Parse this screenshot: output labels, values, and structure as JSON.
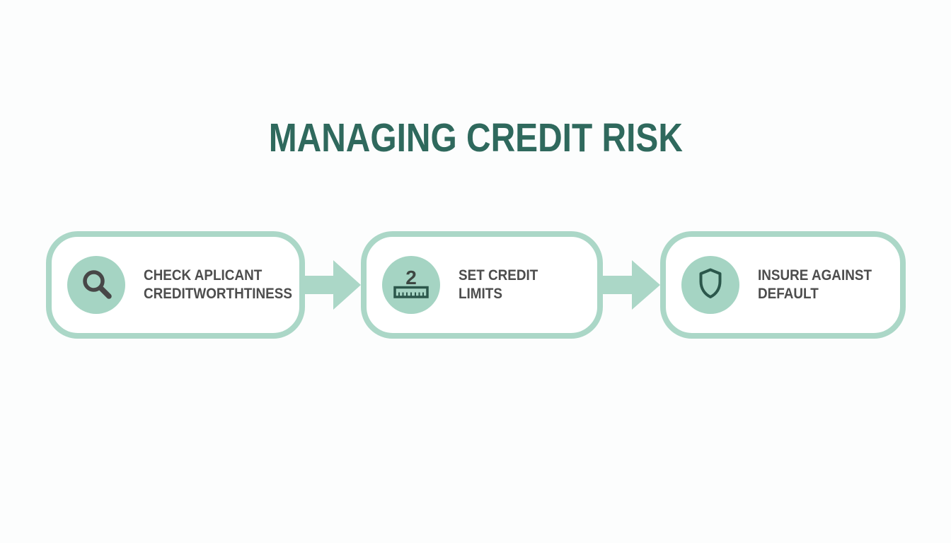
{
  "title": "MANAGING CREDIT RISK",
  "steps": [
    {
      "icon": "magnifier-icon",
      "lines": [
        "CHECK APLICANT",
        "CREDITWORTHTINESS"
      ]
    },
    {
      "icon": "ruler-icon",
      "icon_number": "2",
      "lines": [
        "SET CREDIT",
        "LIMITS"
      ]
    },
    {
      "icon": "shield-icon",
      "lines": [
        "INSURE AGAINST",
        "DEFAULT"
      ]
    }
  ],
  "colors": {
    "title_teal": "#2f695d",
    "mint_border": "#abd7c7",
    "mint_circle": "#a5d4c3",
    "mint_arrow": "#abd7c7",
    "icon_dark_teal": "#2b574b",
    "icon_gray": "#474747",
    "label_gray": "#4d4d4d",
    "background": "#fcfdfd"
  }
}
